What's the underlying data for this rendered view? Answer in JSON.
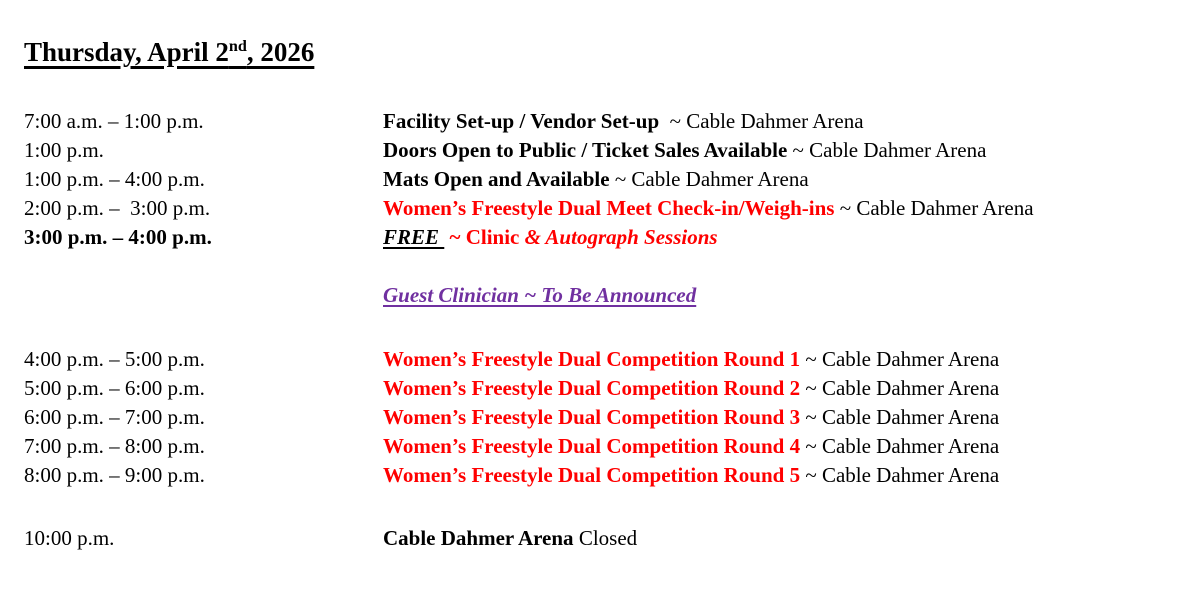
{
  "colors": {
    "black": "#000000",
    "red": "#FF0000",
    "purple": "#7030A0"
  },
  "title": {
    "text_before_sup": "Thursday, April 2",
    "sup": "nd",
    "text_after_sup": ", 2026"
  },
  "schedule": {
    "main": [
      {
        "time": "7:00 a.m. – 1:00 p.m.",
        "segments": [
          {
            "text": "Facility Set-up / Vendor Set-up",
            "bold": true
          },
          {
            "text": "  ~ Cable Dahmer Arena"
          }
        ]
      },
      {
        "time": "1:00 p.m.",
        "segments": [
          {
            "text": "Doors Open to Public / Ticket Sales Available",
            "bold": true
          },
          {
            "text": " ~ Cable Dahmer Arena"
          }
        ]
      },
      {
        "time": "1:00 p.m. – 4:00 p.m.",
        "segments": [
          {
            "text": "Mats Open and Available",
            "bold": true
          },
          {
            "text": " ~ Cable Dahmer Arena"
          }
        ]
      },
      {
        "time": "2:00 p.m. –  3:00 p.m.",
        "segments": [
          {
            "text": "Women’s Freestyle Dual Meet Check-in/Weigh-ins",
            "bold": true,
            "color": "red"
          },
          {
            "text": " ~ Cable Dahmer Arena"
          }
        ]
      },
      {
        "time": "3:00 p.m. – 4:00 p.m.",
        "time_bold": true,
        "segments": [
          {
            "text": "FREE ",
            "bold": true,
            "italic": true,
            "underline": true
          },
          {
            "text": " ~ Clinic ",
            "bold": true,
            "color": "red"
          },
          {
            "text": "& Autograph Sessions",
            "bold": true,
            "italic": true,
            "color": "red"
          }
        ]
      }
    ],
    "clinic": [
      {
        "time": "",
        "segments": [
          {
            "text": "Guest Clinician ~ To Be Announced",
            "bold": true,
            "italic": true,
            "underline": true,
            "color": "purple"
          }
        ]
      }
    ],
    "rounds": [
      {
        "time": "4:00 p.m. – 5:00 p.m.",
        "segments": [
          {
            "text": "Women’s Freestyle Dual Competition Round 1",
            "bold": true,
            "color": "red"
          },
          {
            "text": " ~ Cable Dahmer Arena"
          }
        ]
      },
      {
        "time": "5:00 p.m. – 6:00 p.m.",
        "segments": [
          {
            "text": "Women’s Freestyle Dual Competition Round 2",
            "bold": true,
            "color": "red"
          },
          {
            "text": " ~ Cable Dahmer Arena"
          }
        ]
      },
      {
        "time": "6:00 p.m. – 7:00 p.m.",
        "segments": [
          {
            "text": "Women’s Freestyle Dual Competition Round 3",
            "bold": true,
            "color": "red"
          },
          {
            "text": " ~ Cable Dahmer Arena"
          }
        ]
      },
      {
        "time": "7:00 p.m. – 8:00 p.m.",
        "segments": [
          {
            "text": "Women’s Freestyle Dual Competition Round 4",
            "bold": true,
            "color": "red"
          },
          {
            "text": " ~ Cable Dahmer Arena"
          }
        ]
      },
      {
        "time": "8:00 p.m. – 9:00 p.m.",
        "segments": [
          {
            "text": "Women’s Freestyle Dual Competition Round 5",
            "bold": true,
            "color": "red"
          },
          {
            "text": " ~ Cable Dahmer Arena"
          }
        ]
      }
    ],
    "closing": [
      {
        "time": "10:00 p.m.",
        "segments": [
          {
            "text": "Cable Dahmer Arena",
            "bold": true
          },
          {
            "text": " Closed"
          }
        ]
      }
    ]
  }
}
